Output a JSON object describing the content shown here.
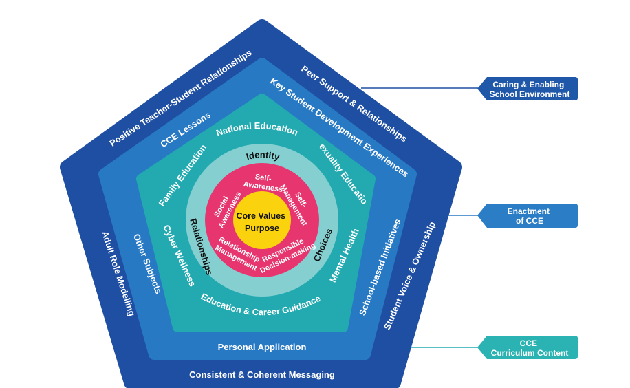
{
  "outer_ring": {
    "top_left": "Positive Teacher-Student Relationships",
    "top_right": "Peer Support & Relationships",
    "left": "Adult Role Modelling",
    "right": "Student Voice & Ownership",
    "bottom": "Consistent & Coherent Messaging"
  },
  "middle_ring": {
    "top_left": "CCE Lessons",
    "top_right": "Key Student Development Experiences",
    "left": "Other Subjects",
    "right": "School-based Initiatives",
    "bottom": "Personal Application"
  },
  "inner_ring": {
    "top": "National Education",
    "top_left": "Family Education",
    "top_right": "Sexuality Education",
    "left": "Cyber Wellness",
    "right": "Mental Health",
    "bottom": "Education & Career Guidance"
  },
  "light_ring": {
    "top": "Identity",
    "left": "Relationships",
    "right": "Choices"
  },
  "pink_ring": {
    "self_awareness": [
      "Self-",
      "Awareness"
    ],
    "self_management": [
      "Self-",
      "Management"
    ],
    "social_awareness": [
      "Social",
      "Awareness"
    ],
    "relationship_management": [
      "Relationship",
      "Management"
    ],
    "responsible_decision_making": [
      "Responsible",
      "Decision-making"
    ]
  },
  "core": {
    "line1": "Core Values",
    "line2": "Purpose"
  },
  "legend": [
    {
      "lines": [
        "Caring & Enabling",
        "School Environment"
      ],
      "color": "#1f57a9"
    },
    {
      "lines": [
        "Enactment",
        "of CCE"
      ],
      "color": "#2b7dc6"
    },
    {
      "lines": [
        "CCE",
        "Curriculum Content"
      ],
      "color": "#2bb3b3"
    }
  ],
  "colors": {
    "outer": "#1f4fa3",
    "middle": "#2879c4",
    "inner": "#22aab0",
    "light": "#86cfd0",
    "pink": "#e6356f",
    "core": "#fbd20e"
  }
}
